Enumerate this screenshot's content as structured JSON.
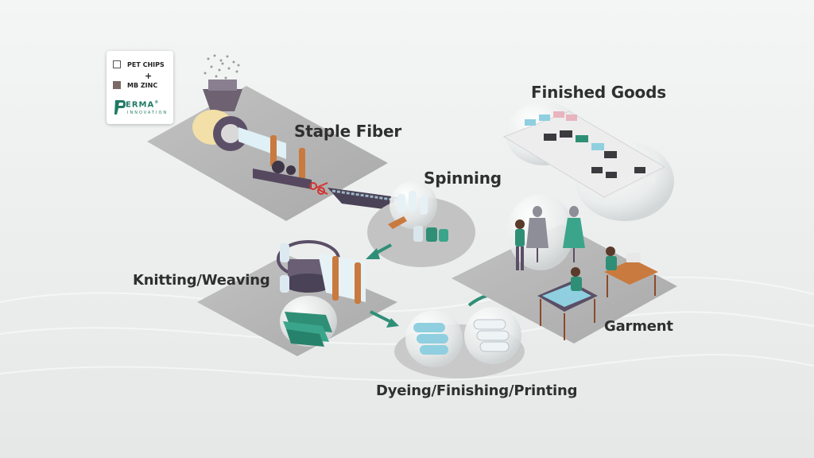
{
  "labels": {
    "staple_fiber": "Staple Fiber",
    "spinning": "Spinning",
    "finished_goods": "Finished Goods",
    "knitting_weaving": "Knitting/Weaving",
    "garment": "Garment",
    "dyeing": "Dyeing/Finishing/Printing"
  },
  "legend": {
    "item1": "PET CHIPS",
    "plus": "+",
    "item2": "MB ZINC",
    "brand_name": "ERMA",
    "brand_tm": "®",
    "brand_tagline": "INNOVATION"
  },
  "colors": {
    "platform": "#b9b9b9",
    "teal": "#2f8f76",
    "machine": "#5a4f66",
    "fabric": "#8fcfe0",
    "pet_swatch": "#ffffff",
    "zinc_swatch": "#7b6a66"
  }
}
